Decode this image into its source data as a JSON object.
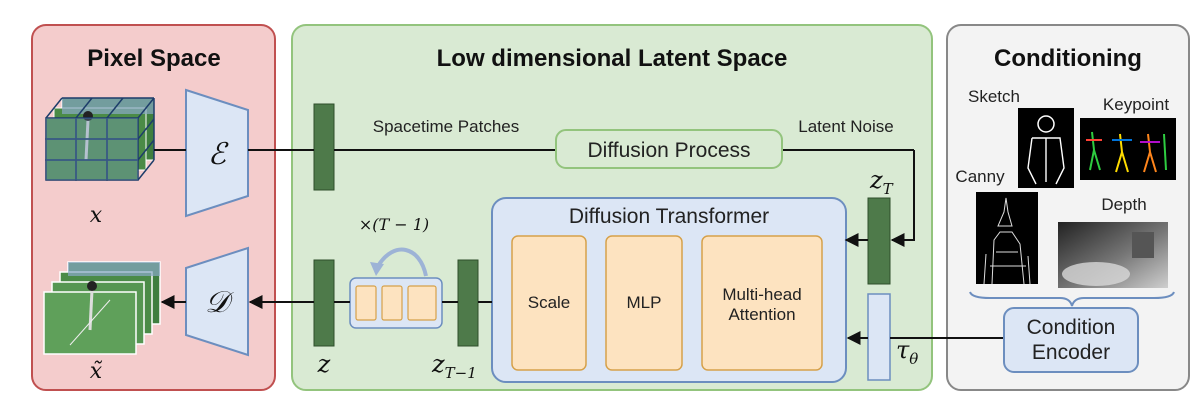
{
  "panels": {
    "pixel_space": {
      "title": "Pixel Space"
    },
    "latent_space": {
      "title": "Low dimensional Latent Space"
    },
    "conditioning": {
      "title": "Conditioning"
    }
  },
  "symbols": {
    "input_video": "x",
    "output_video": "x̃",
    "encoder": "ℰ",
    "decoder": "𝒟",
    "latent_z": "z",
    "z_T_base": "z",
    "z_T_sub": "T",
    "z_T1_base": "z",
    "z_T1_sub": "T−1",
    "tau_base": "τ",
    "tau_sub": "θ",
    "repeat": "×(T − 1)"
  },
  "labels": {
    "spacetime_patches": "Spacetime Patches",
    "latent_noise": "Latent Noise",
    "diffusion_process": "Diffusion Process",
    "diffusion_transformer": "Diffusion Transformer",
    "scale": "Scale",
    "mlp": "MLP",
    "attention_line1": "Multi-head",
    "attention_line2": "Attention",
    "condition_encoder_line1": "Condition",
    "condition_encoder_line2": "Encoder"
  },
  "conditions": {
    "sketch": "Sketch",
    "keypoint": "Keypoint",
    "canny": "Canny",
    "depth": "Depth"
  },
  "colors": {
    "pixel_bg": "#f4cccc",
    "pixel_border": "#c05050",
    "latent_bg": "#d9ead3",
    "latent_border": "#93c47d",
    "cond_bg": "#f3f3f3",
    "cond_border": "#888888",
    "module_fill": "#dce6f5",
    "module_border": "#6c8ebf",
    "latent_bar": "#4e7a4a",
    "block_fill": "#fde3c0",
    "block_border": "#d6a14a"
  }
}
